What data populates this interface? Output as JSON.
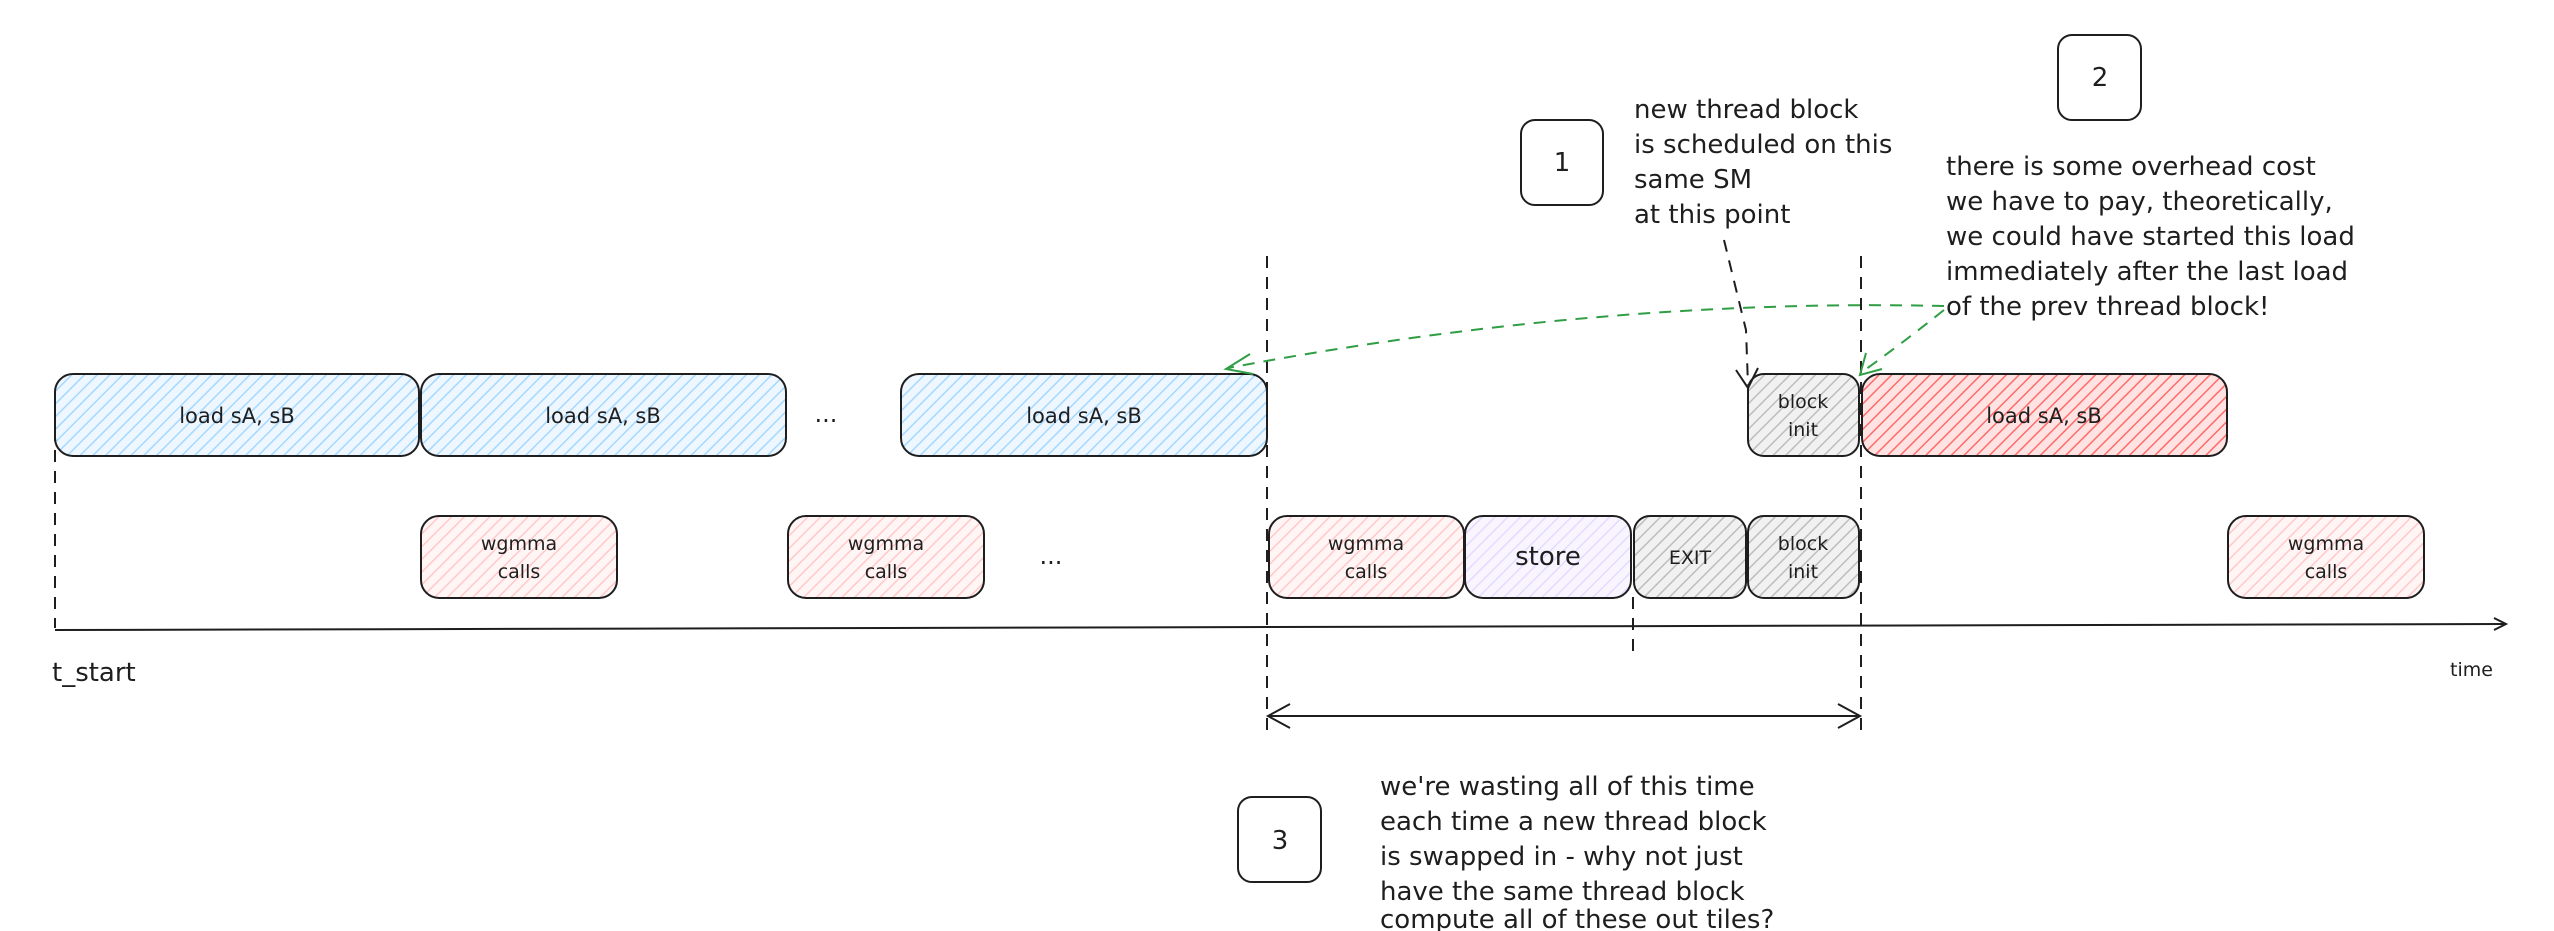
{
  "blocks": {
    "load1": "load sA, sB",
    "load2": "load sA, sB",
    "load_ellipsis": "...",
    "load3": "load sA, sB",
    "block_init_top_line1": "block",
    "block_init_top_line2": "init",
    "load_new": "load sA, sB",
    "wgmma1_line1": "wgmma",
    "wgmma1_line2": "calls",
    "wgmma2_line1": "wgmma",
    "wgmma2_line2": "calls",
    "wgmma_ellipsis": "...",
    "wgmma3_line1": "wgmma",
    "wgmma3_line2": "calls",
    "store": "store",
    "exit": "EXIT",
    "block_init_bottom_line1": "block",
    "block_init_bottom_line2": "init",
    "wgmma4_line1": "wgmma",
    "wgmma4_line2": "calls"
  },
  "axis": {
    "start_label": "t_start",
    "end_label": "time"
  },
  "callouts": {
    "one": {
      "number": "1",
      "lines": [
        "new thread block",
        "is scheduled on this",
        "same SM",
        "at this point"
      ]
    },
    "two": {
      "number": "2",
      "lines": [
        "there is some overhead cost",
        "we have to pay, theoretically,",
        "we could have started this load",
        "immediately after the last load",
        "of the prev thread block!"
      ]
    },
    "three": {
      "number": "3",
      "lines": [
        "we're wasting all of this time",
        "each time a new thread block",
        "is swapped in - why not just",
        "have the same thread block",
        "compute all of these out tiles?"
      ]
    }
  },
  "colors": {
    "load_fill": "#a5d8ff",
    "wgmma_fill": "#ffc9c9",
    "store_fill": "#e5dbff",
    "gray_fill": "#c7c7c7",
    "new_load_fill": "#ff6b6b",
    "arrow_green": "#2f9e44",
    "stroke": "#1e1e1e"
  }
}
